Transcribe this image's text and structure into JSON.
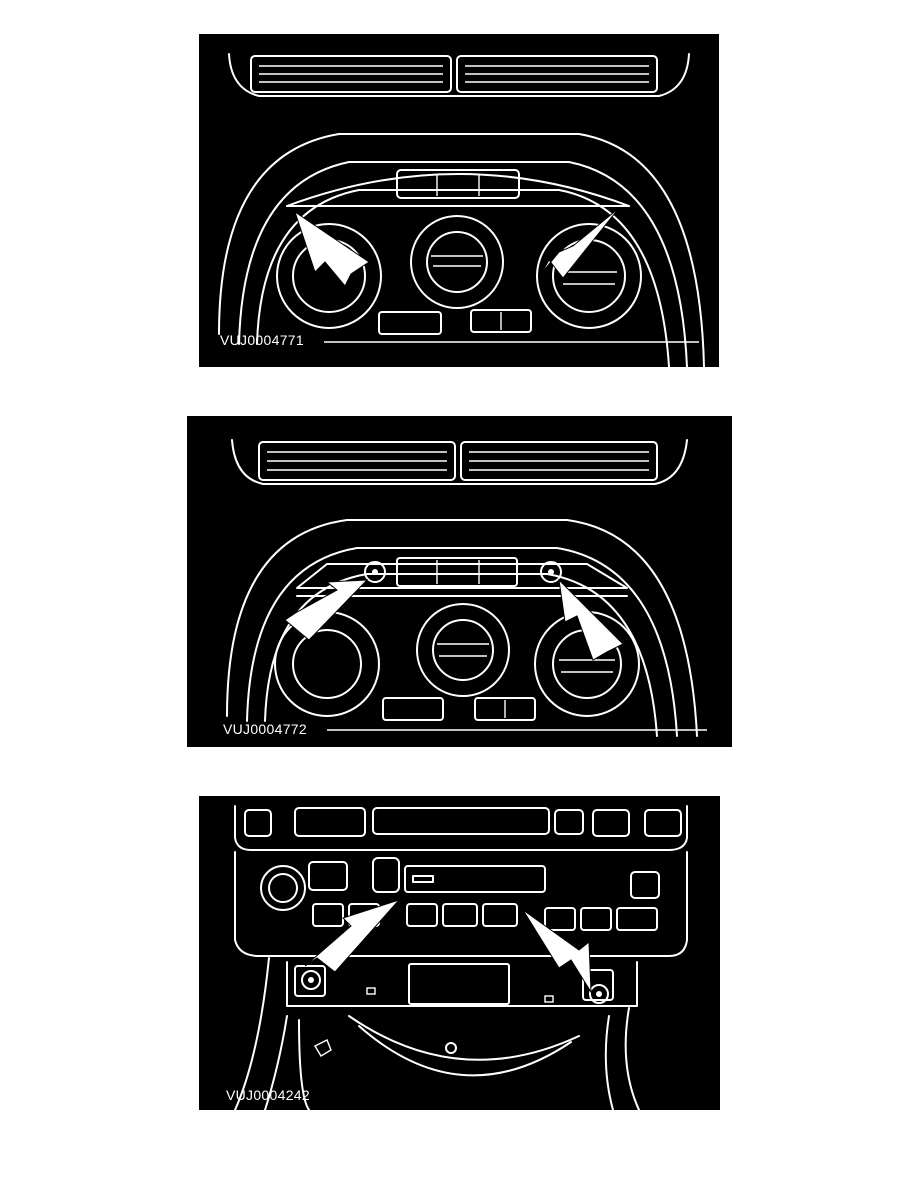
{
  "figures": [
    {
      "id": "fig1",
      "label": "VUJ0004771"
    },
    {
      "id": "fig2",
      "label": "VUJ0004772"
    },
    {
      "id": "fig3",
      "label": "VUJ0004242"
    }
  ],
  "colors": {
    "background": "#000000",
    "linework": "#ffffff",
    "page": "#ffffff"
  }
}
